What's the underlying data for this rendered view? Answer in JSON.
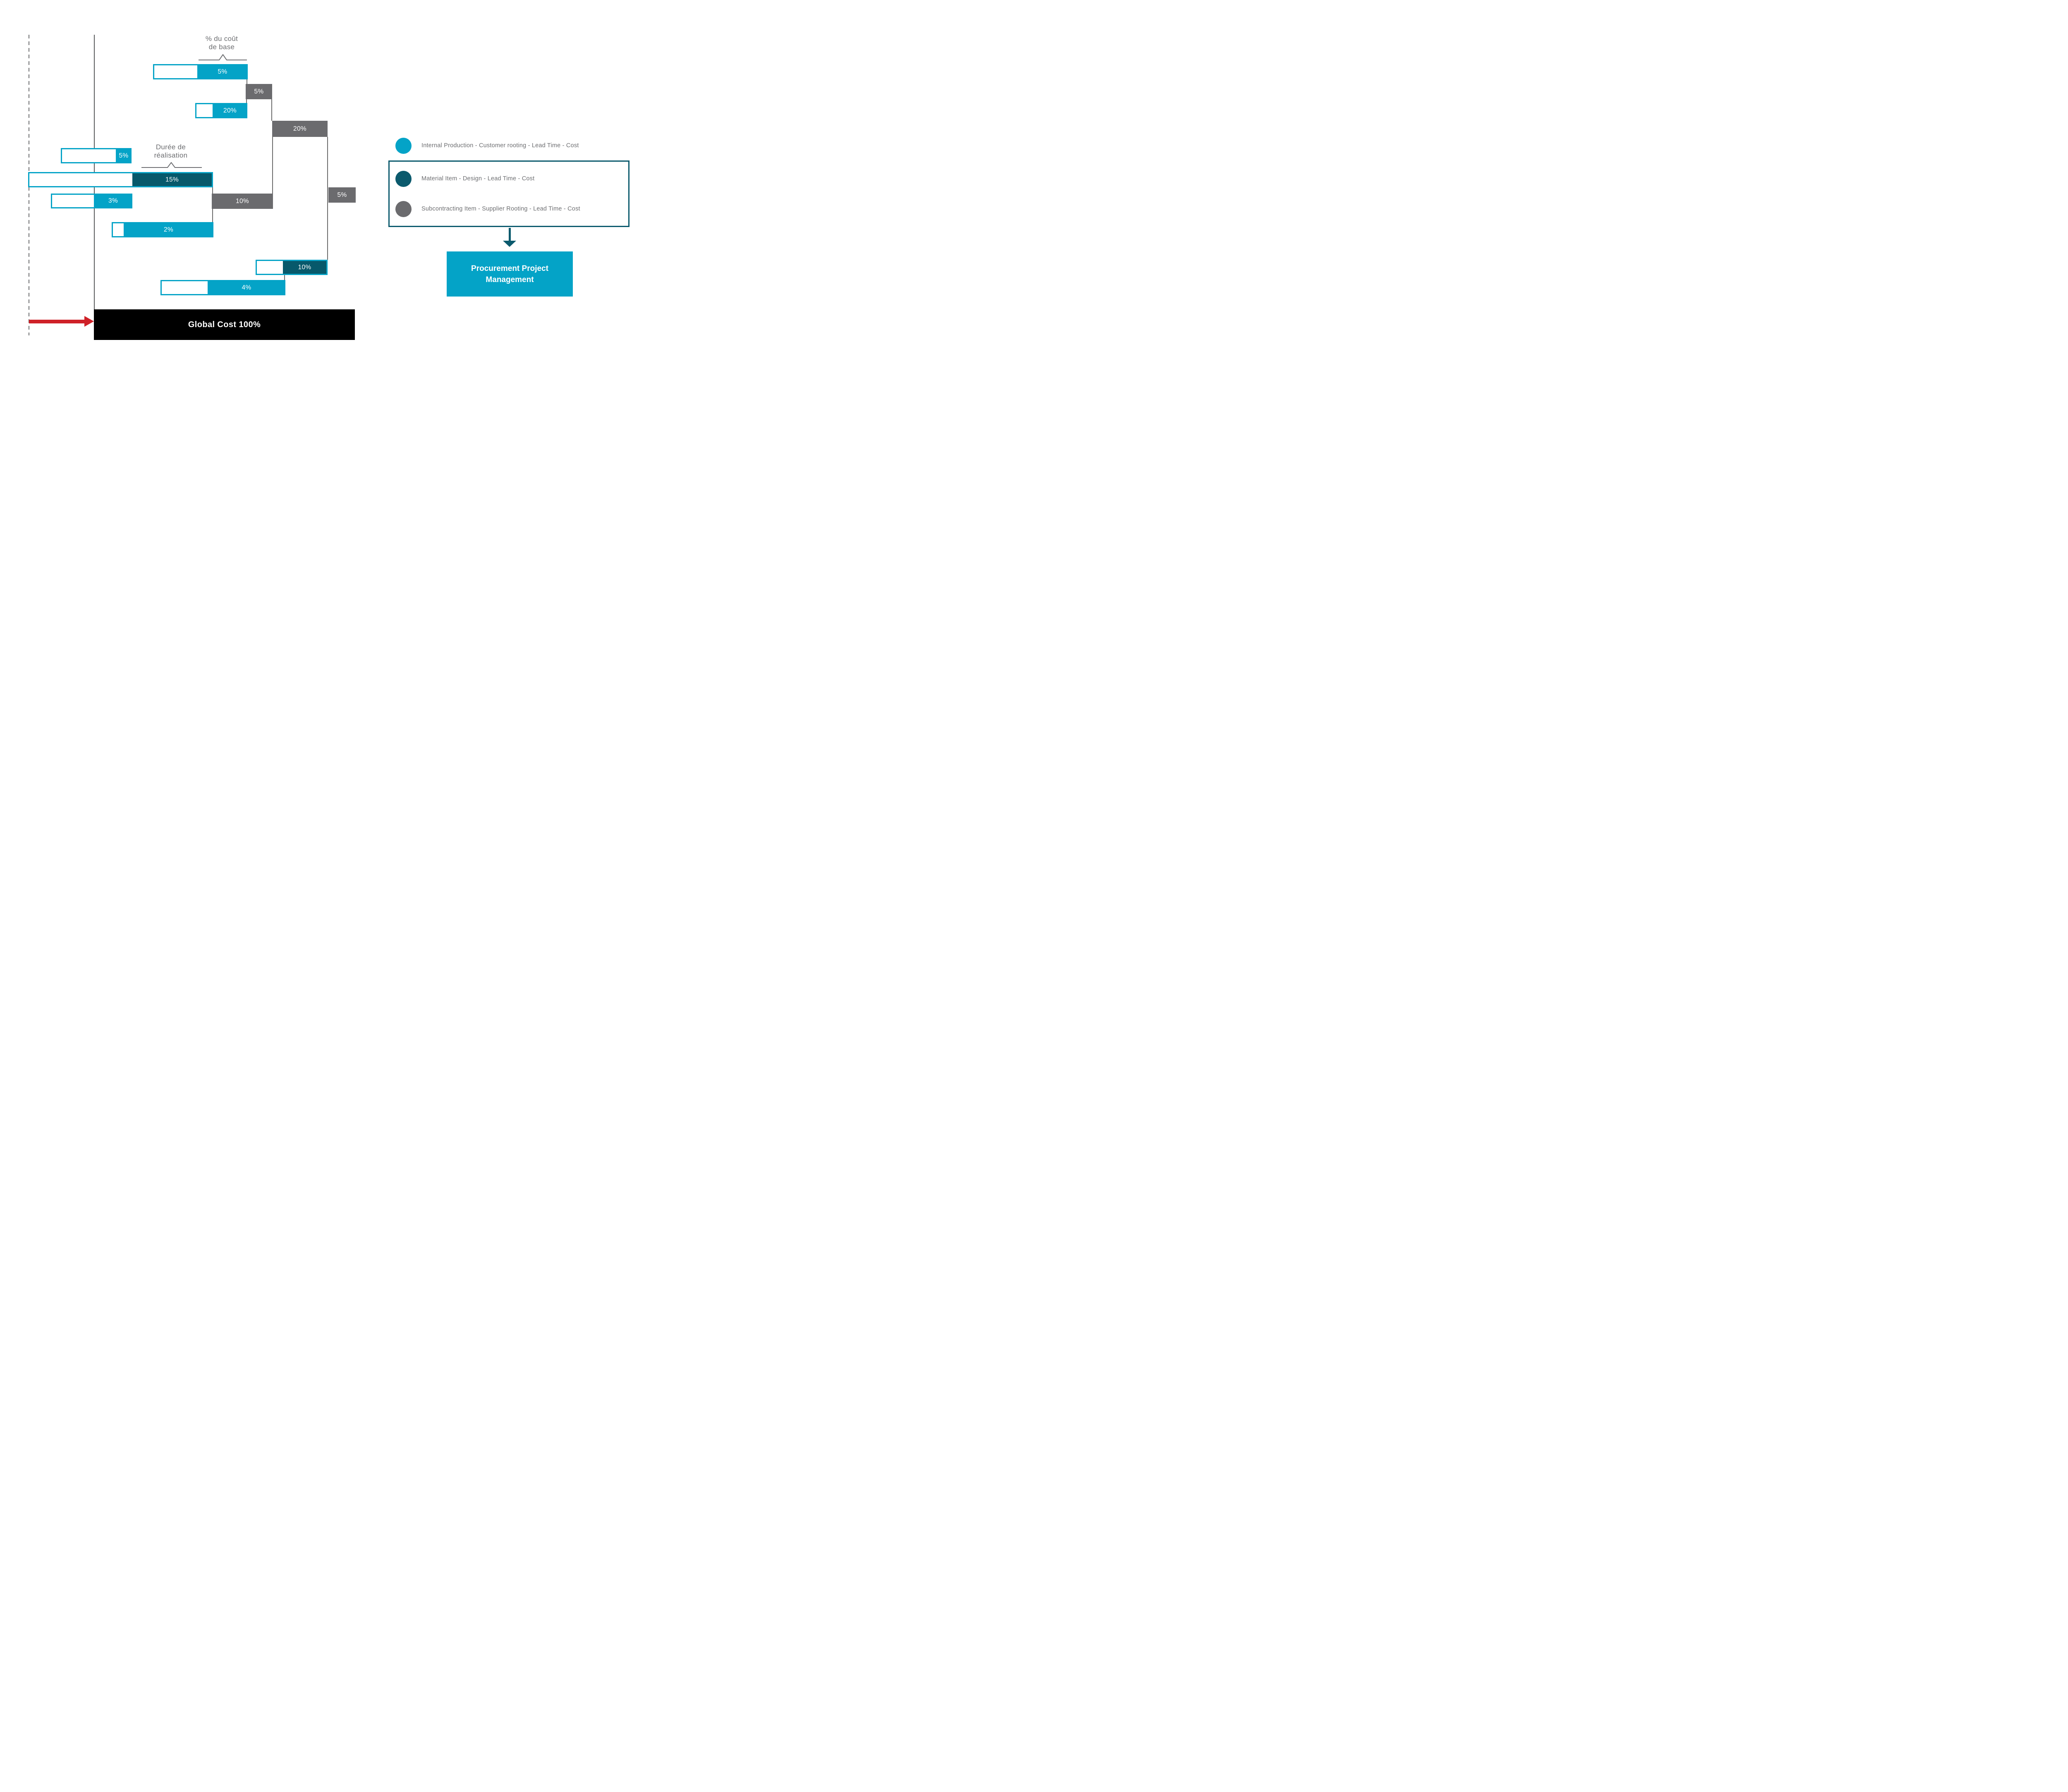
{
  "annotations": {
    "cost_share_label": [
      "% du coût",
      "de base"
    ],
    "duration_label": [
      "Durée de",
      "réalisation"
    ]
  },
  "bars": {
    "top_internal_5": "5%",
    "sub_5": "5%",
    "internal_20": "20%",
    "sub_20": "20%",
    "left_internal_5": "5%",
    "material_15": "15%",
    "internal_3": "3%",
    "sub_10": "10%",
    "sub_5_right": "5%",
    "internal_2": "2%",
    "material_10": "10%",
    "internal_4": "4%"
  },
  "global_bar_label": "Global Cost 100%",
  "legend": {
    "items": [
      {
        "id": "internal",
        "label": "Internal Production - Customer rooting - Lead Time - Cost",
        "color": "#04a3c7"
      },
      {
        "id": "material",
        "label": "Material Item - Design - Lead Time - Cost",
        "color": "#0b5a6d"
      },
      {
        "id": "subcontracting",
        "label": "Subcontracting Item - Supplier Rooting - Lead Time - Cost",
        "color": "#6b6b6e"
      }
    ]
  },
  "process_box": {
    "label": [
      "Procurement Project",
      "Management"
    ]
  },
  "colors": {
    "internal_cyan": "#04a3c7",
    "material_teal": "#07596b",
    "subcontracting_gray": "#6b6b6e",
    "axis_gray": "#58595b",
    "text_gray": "#6d6e71",
    "arrow_red": "#cf2128",
    "global_black": "#000000"
  }
}
